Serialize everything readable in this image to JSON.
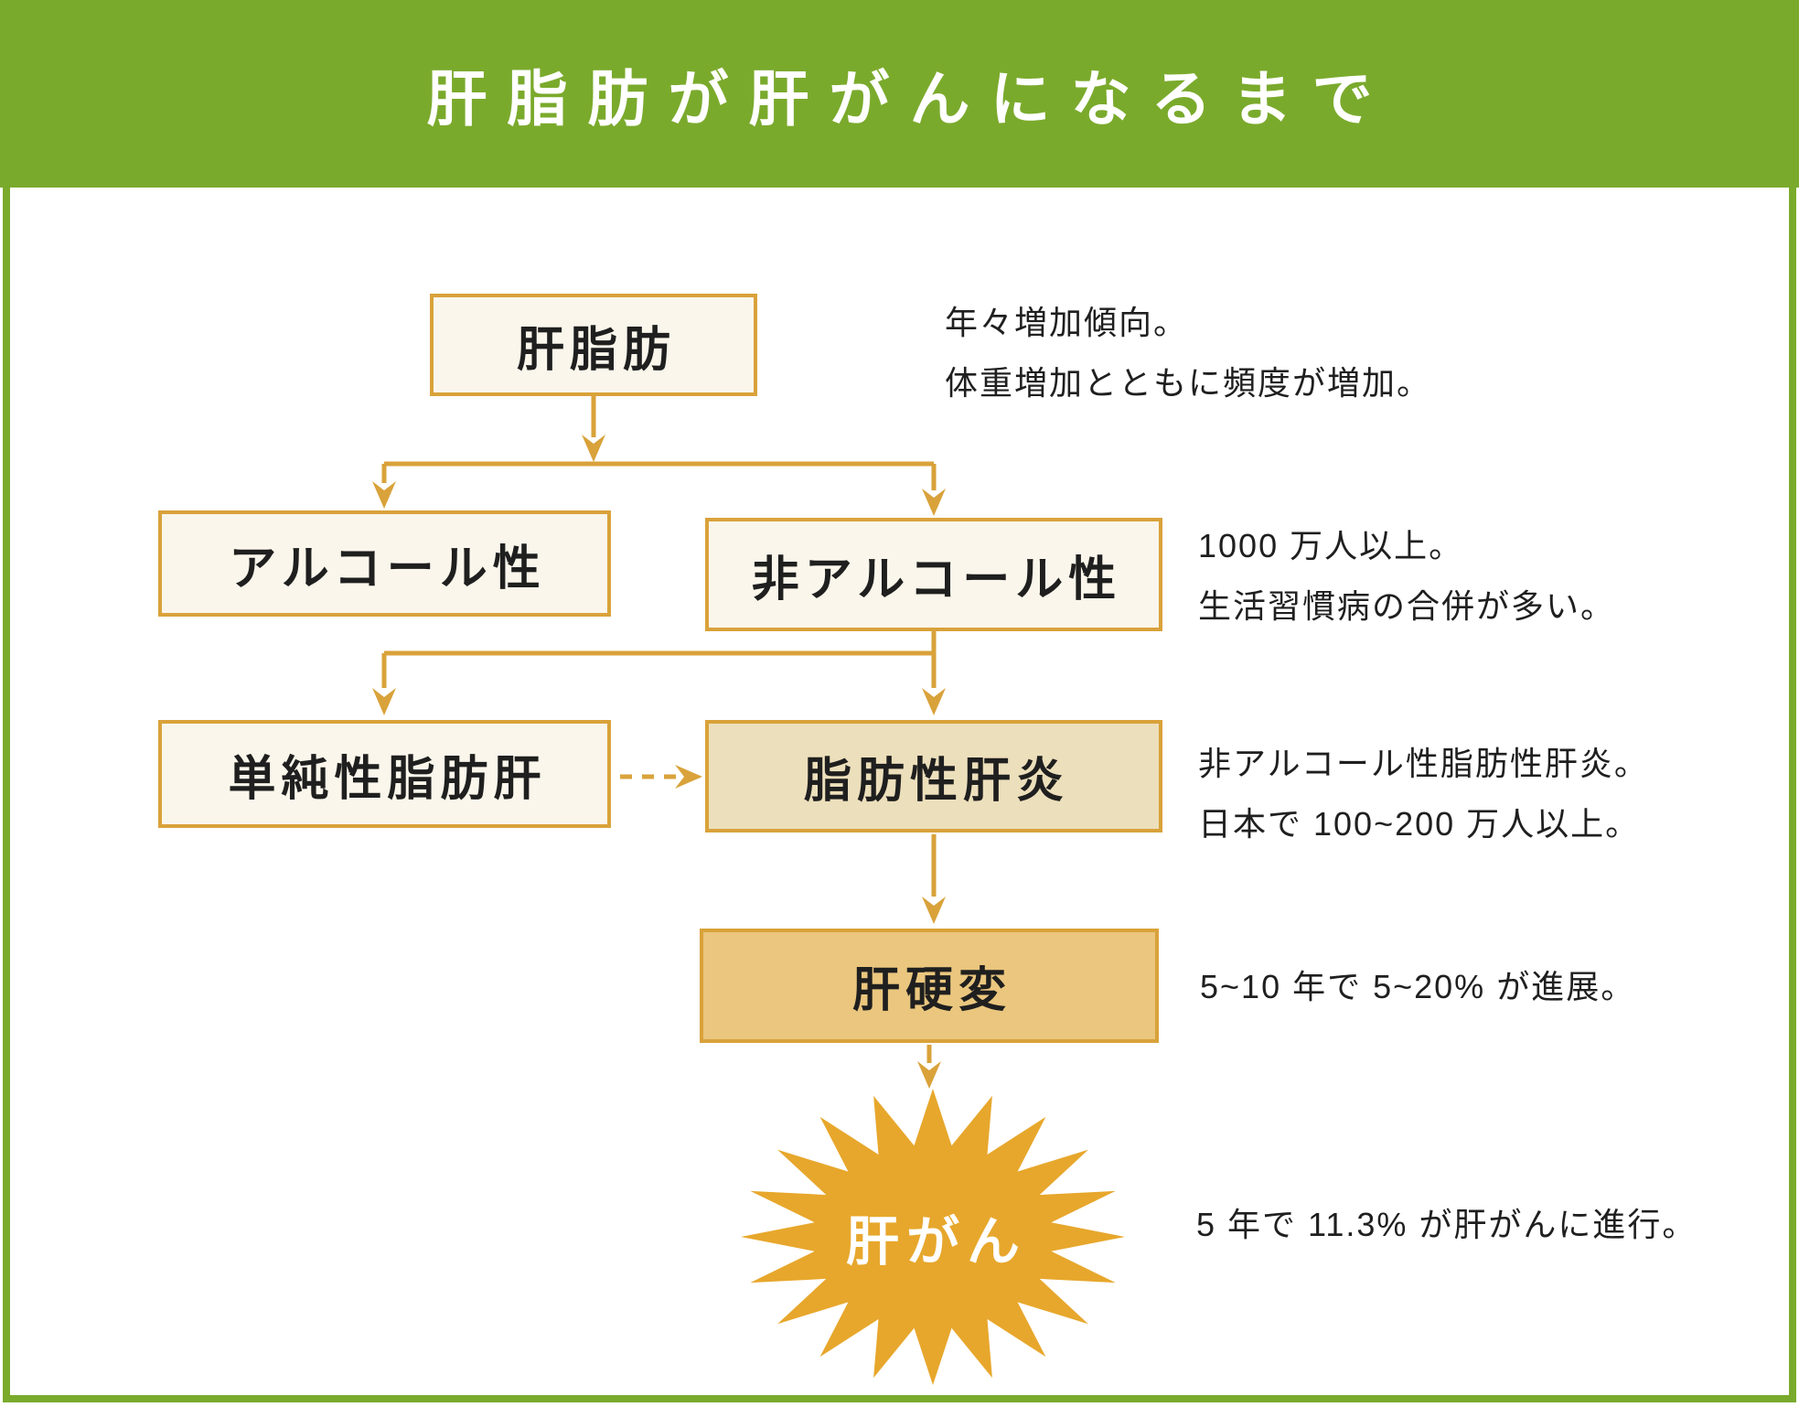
{
  "title": "肝脂肪が肝がんになるまで",
  "colors": {
    "green": "#7aaa2c",
    "orange": "#d9a23a",
    "cream": "#faf6eb",
    "tan": "#ecdfbb",
    "gold": "#eac67e",
    "star": "#e7a72c",
    "ink": "#1f1f1f",
    "white": "#ffffff"
  },
  "flowchart": {
    "nodes": [
      {
        "id": "fatty-liver",
        "label": "肝脂肪"
      },
      {
        "id": "alcoholic",
        "label": "アルコール性"
      },
      {
        "id": "non-alcoholic",
        "label": "非アルコール性"
      },
      {
        "id": "simple-fatty-liver",
        "label": "単純性脂肪肝"
      },
      {
        "id": "steatohepatitis",
        "label": "脂肪性肝炎"
      },
      {
        "id": "cirrhosis",
        "label": "肝硬変"
      },
      {
        "id": "liver-cancer",
        "label": "肝がん"
      }
    ],
    "annotations": [
      {
        "for": "fatty-liver",
        "lines": [
          "年々増加傾向。",
          "体重増加とともに頻度が増加。"
        ]
      },
      {
        "for": "non-alcoholic",
        "lines": [
          "1000 万人以上。",
          "生活習慣病の合併が多い。"
        ]
      },
      {
        "for": "steatohepatitis",
        "lines": [
          "非アルコール性脂肪性肝炎。",
          "日本で 100~200 万人以上。"
        ]
      },
      {
        "for": "cirrhosis",
        "lines": [
          "5~10 年で 5~20% が進展。"
        ]
      },
      {
        "for": "liver-cancer",
        "lines": [
          "5 年で 11.3% が肝がんに進行。"
        ]
      }
    ]
  }
}
